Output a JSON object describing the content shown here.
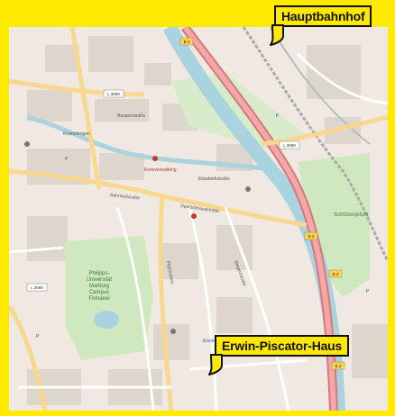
{
  "callouts": {
    "hauptbahnhof": "Hauptbahnhof",
    "piscator": "Erwin-Piscator-Haus"
  },
  "map_labels": {
    "universitaet": [
      "Philipps-",
      "Universität",
      "Marburg",
      "Campus",
      "Firmanei"
    ],
    "road_l3089_a": "L 3089",
    "road_l3089_b": "L 3089",
    "road_l3089_c": "L 3089",
    "road_b3_a": "B 3",
    "road_b3_b": "B 3",
    "road_b3_c": "B 3",
    "road_b3_d": "B 3",
    "bahnhofstrasse": "Bahnhofstraße",
    "kreisverwaltung": "Kreisverwaltung",
    "wehrdaer": "Elisabethstraße",
    "bunsenstrasse": "Bunsenstraße",
    "pilgrimstein": "Pilgrimstein",
    "krummbogen": "Krummbogen",
    "deutschhausstrasse": "Deutschhausstraße",
    "biegenstrasse": "Biegenstraße",
    "erwin_hall": "Erwin-Piscator-Haus",
    "park_label": "Schützenpfuhl"
  },
  "colors": {
    "frame": "#ffea00",
    "callout": "#ffe900",
    "river": "#a9d3df",
    "highway": "#e88a8a",
    "road_yellow": "#f7d88e",
    "park": "#cfe8bf"
  }
}
